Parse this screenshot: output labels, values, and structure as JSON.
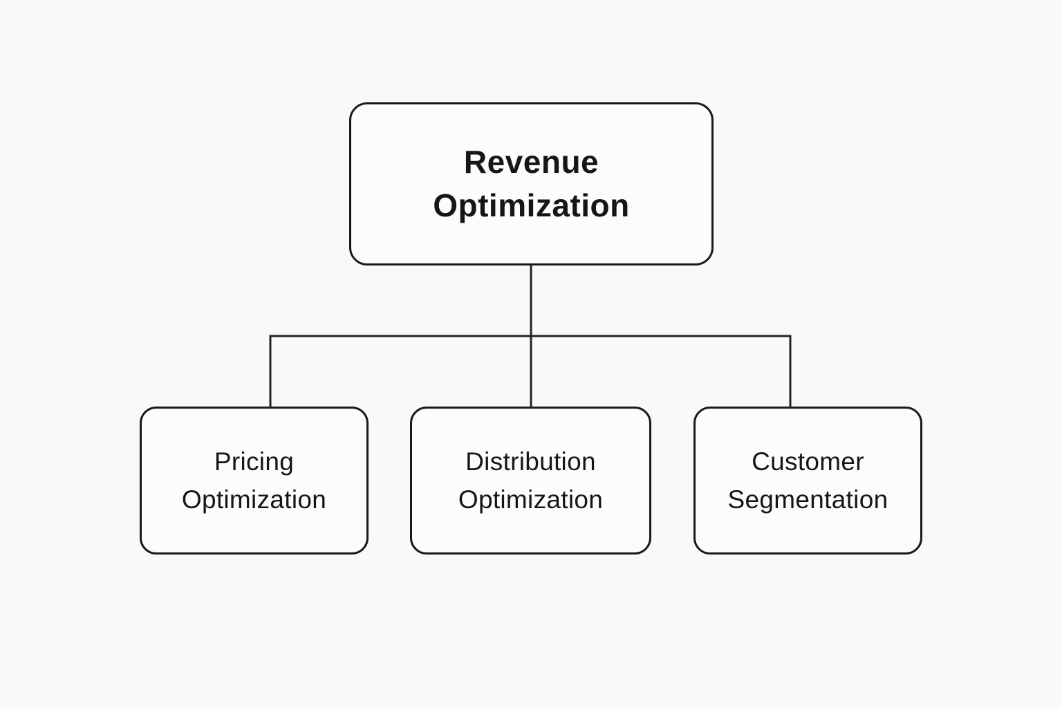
{
  "diagram": {
    "type": "tree",
    "root": {
      "id": "revenue-optimization",
      "label": "Revenue Optimization"
    },
    "children": [
      {
        "id": "pricing-optimization",
        "label": "Pricing Optimization"
      },
      {
        "id": "distribution-optimization",
        "label": "Distribution Optimization"
      },
      {
        "id": "customer-segmentation",
        "label": "Customer Segmentation"
      }
    ],
    "colors": {
      "background": "#f9f9f7",
      "node_fill": "#fcfcfa",
      "node_border": "#191919",
      "text": "#161616",
      "connector": "#222222"
    }
  }
}
